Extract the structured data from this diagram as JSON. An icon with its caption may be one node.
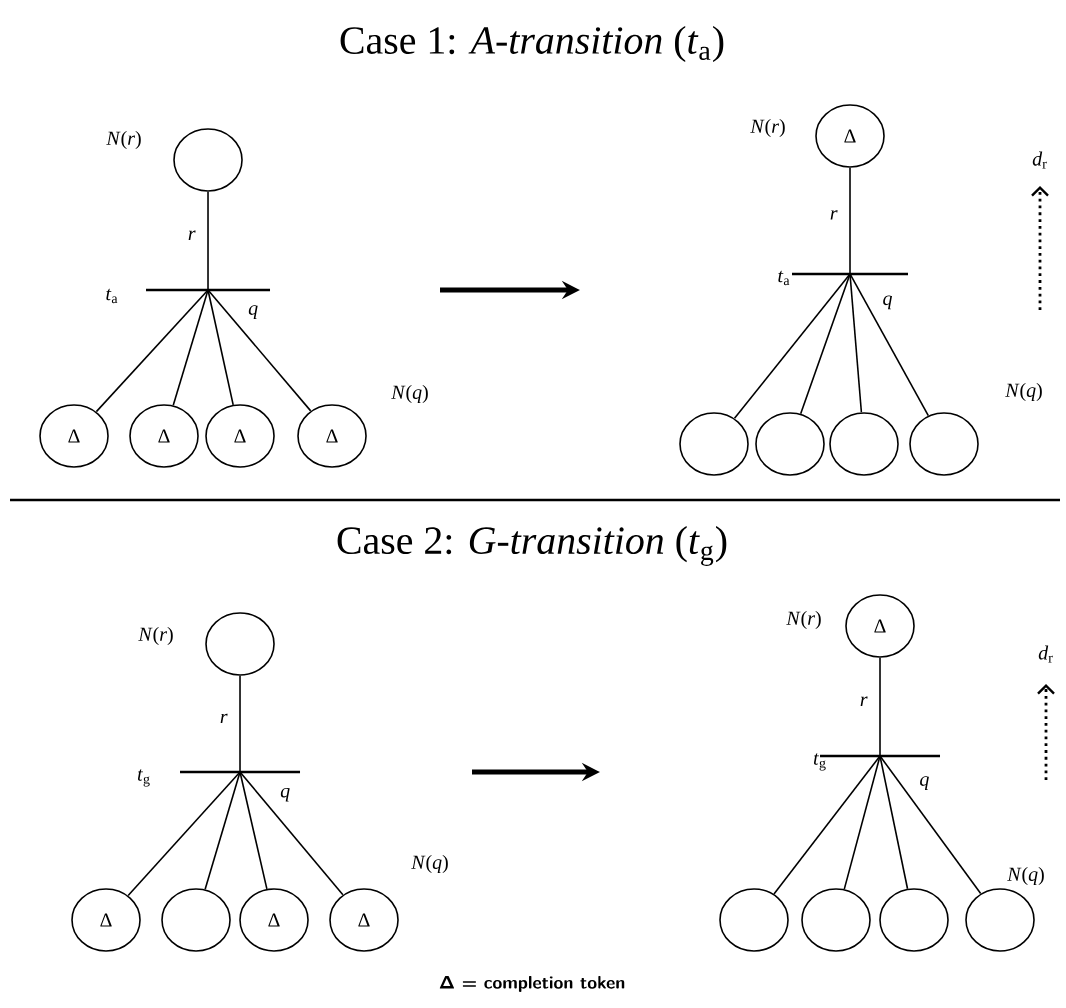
{
  "diagram": {
    "caption": "Δ = completion token",
    "nodes": [
      {
        "text": [],
        "shape": "circle",
        "beside": [
          "*N*(*r*)"
        ]
      },
      {
        "text": [],
        "shape": "bar",
        "beside": [
          "*t*$_{a}$"
        ]
      },
      {
        "text": [
          "Δ"
        ]
      },
      {
        "text": [
          "Δ"
        ]
      },
      {
        "text": [
          "Δ"
        ]
      },
      {
        "text": [
          "Δ"
        ],
        "beside": [
          "*N*(*q*)"
        ]
      },
      {
        "text": [
          "Δ"
        ],
        "beside": [
          "*N*(*r*)"
        ]
      },
      {
        "text": [],
        "shape": "bar",
        "beside": [
          "*t*$_{a}$"
        ]
      },
      {
        "text": [],
        "shape": "circle"
      },
      {
        "text": [],
        "shape": "circle"
      },
      {
        "text": [],
        "shape": "circle"
      },
      {
        "text": [],
        "shape": "circle",
        "beside": [
          "*N*(*q*)"
        ]
      },
      {
        "text": [],
        "shape": "circle",
        "beside": [
          "*N*(*r*)"
        ]
      },
      {
        "text": [],
        "shape": "bar",
        "beside": [
          "*t*$_{g}$"
        ]
      },
      {
        "text": [
          "Δ"
        ]
      },
      {
        "text": [],
        "shape": "circle"
      },
      {
        "text": [
          "Δ"
        ]
      },
      {
        "text": [
          "Δ"
        ],
        "beside": [
          "*N*(*q*)"
        ]
      },
      {
        "text": [
          "Δ"
        ],
        "beside": [
          "*N*(*r*)"
        ]
      },
      {
        "text": [],
        "shape": "bar",
        "beside": [
          "*t*$_{g}$"
        ]
      },
      {
        "text": [],
        "shape": "circle"
      },
      {
        "text": [],
        "shape": "circle"
      },
      {
        "text": [],
        "shape": "circle"
      },
      {
        "text": [],
        "shape": "circle",
        "beside": [
          "*N*(*q*)"
        ]
      }
    ],
    "edges": [
      {
        "from": 0,
        "to": 1,
        "arrow": "none",
        "label": "*r*"
      },
      {
        "from": 1,
        "to": 2,
        "arrow": "none"
      },
      {
        "from": 1,
        "to": 3,
        "arrow": "none"
      },
      {
        "from": 1,
        "to": 4,
        "arrow": "none"
      },
      {
        "from": 1,
        "to": 5,
        "arrow": "none",
        "label": "*q*"
      },
      {
        "from": 6,
        "to": 7,
        "arrow": "none",
        "label": "*r*"
      },
      {
        "from": 7,
        "to": 8,
        "arrow": "none"
      },
      {
        "from": 7,
        "to": 9,
        "arrow": "none"
      },
      {
        "from": 7,
        "to": 10,
        "arrow": "none"
      },
      {
        "from": 7,
        "to": 11,
        "arrow": "none",
        "label": "*q*"
      },
      {
        "from": 12,
        "to": 13,
        "arrow": "none",
        "label": "*r*"
      },
      {
        "from": 13,
        "to": 14,
        "arrow": "none"
      },
      {
        "from": 13,
        "to": 15,
        "arrow": "none"
      },
      {
        "from": 13,
        "to": 16,
        "arrow": "none"
      },
      {
        "from": 13,
        "to": 17,
        "arrow": "none",
        "label": "*q*"
      },
      {
        "from": 18,
        "to": 19,
        "arrow": "none",
        "label": "*r*"
      },
      {
        "from": 19,
        "to": 20,
        "arrow": "none"
      },
      {
        "from": 19,
        "to": 21,
        "arrow": "none"
      },
      {
        "from": 19,
        "to": 22,
        "arrow": "none"
      },
      {
        "from": 19,
        "to": 23,
        "arrow": "none",
        "label": "*q*"
      }
    ],
    "labels": [
      "Case 1: *A-transition* (*t*$_{a}$)",
      "*d*$_{r}$",
      "Case 2: *G-transition* (*t*$_{g}$)",
      "*d*$_{r}$"
    ]
  }
}
